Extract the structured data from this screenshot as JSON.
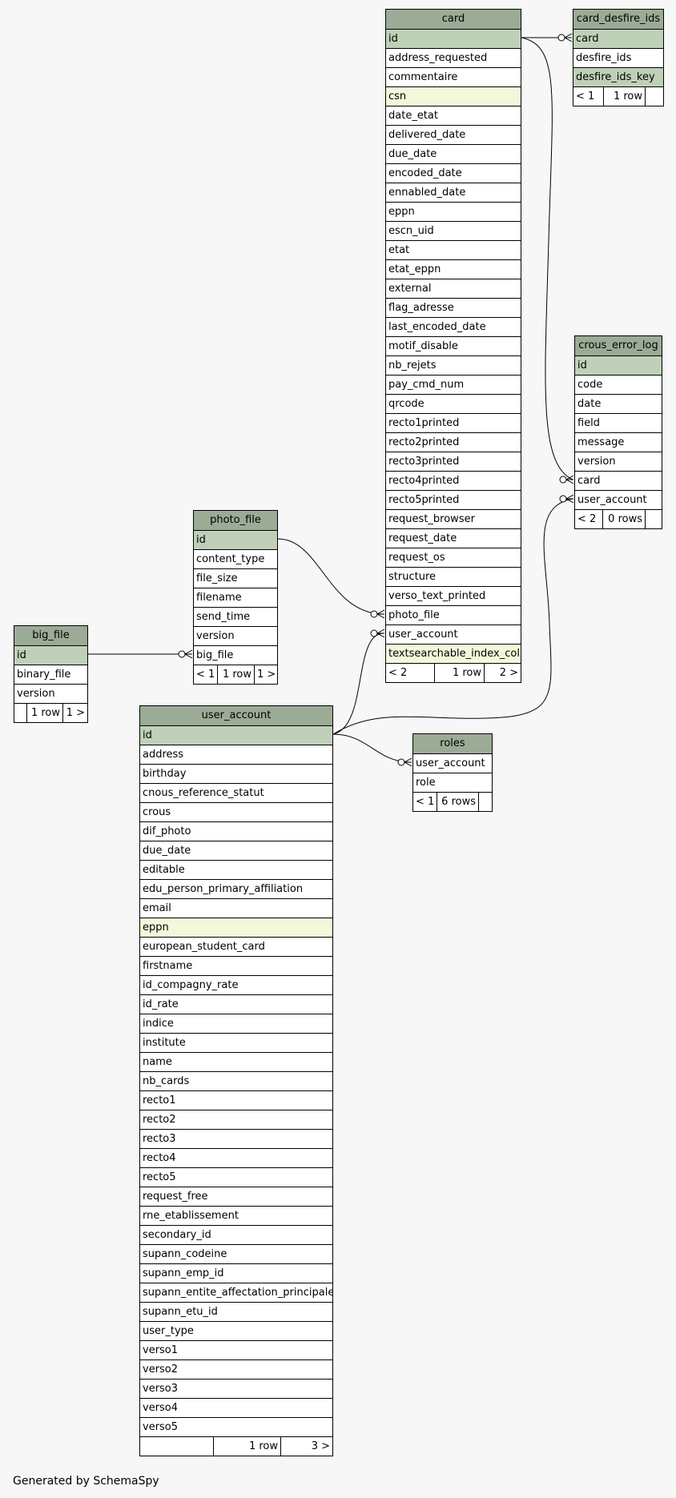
{
  "tables": {
    "card": {
      "name": "card",
      "columns": [
        {
          "name": "id",
          "kind": "pk"
        },
        {
          "name": "address_requested"
        },
        {
          "name": "commentaire"
        },
        {
          "name": "csn",
          "kind": "idx"
        },
        {
          "name": "date_etat"
        },
        {
          "name": "delivered_date"
        },
        {
          "name": "due_date"
        },
        {
          "name": "encoded_date"
        },
        {
          "name": "ennabled_date"
        },
        {
          "name": "eppn"
        },
        {
          "name": "escn_uid"
        },
        {
          "name": "etat"
        },
        {
          "name": "etat_eppn"
        },
        {
          "name": "external"
        },
        {
          "name": "flag_adresse"
        },
        {
          "name": "last_encoded_date"
        },
        {
          "name": "motif_disable"
        },
        {
          "name": "nb_rejets"
        },
        {
          "name": "pay_cmd_num"
        },
        {
          "name": "qrcode"
        },
        {
          "name": "recto1printed"
        },
        {
          "name": "recto2printed"
        },
        {
          "name": "recto3printed"
        },
        {
          "name": "recto4printed"
        },
        {
          "name": "recto5printed"
        },
        {
          "name": "request_browser"
        },
        {
          "name": "request_date"
        },
        {
          "name": "request_os"
        },
        {
          "name": "structure"
        },
        {
          "name": "verso_text_printed"
        },
        {
          "name": "photo_file"
        },
        {
          "name": "user_account"
        },
        {
          "name": "textsearchable_index_col",
          "kind": "idx"
        }
      ],
      "footer": [
        "< 2",
        "1 row",
        "2 >"
      ]
    },
    "card_desfire_ids": {
      "name": "card_desfire_ids",
      "columns": [
        {
          "name": "card",
          "kind": "pk"
        },
        {
          "name": "desfire_ids"
        },
        {
          "name": "desfire_ids_key",
          "kind": "pk"
        }
      ],
      "footer": [
        "< 1",
        "1 row",
        ""
      ]
    },
    "crous_error_log": {
      "name": "crous_error_log",
      "columns": [
        {
          "name": "id",
          "kind": "pk"
        },
        {
          "name": "code"
        },
        {
          "name": "date"
        },
        {
          "name": "field"
        },
        {
          "name": "message"
        },
        {
          "name": "version"
        },
        {
          "name": "card"
        },
        {
          "name": "user_account"
        }
      ],
      "footer": [
        "< 2",
        "0 rows",
        ""
      ]
    },
    "photo_file": {
      "name": "photo_file",
      "columns": [
        {
          "name": "id",
          "kind": "pk"
        },
        {
          "name": "content_type"
        },
        {
          "name": "file_size"
        },
        {
          "name": "filename"
        },
        {
          "name": "send_time"
        },
        {
          "name": "version"
        },
        {
          "name": "big_file"
        }
      ],
      "footer": [
        "< 1",
        "1 row",
        "1 >"
      ]
    },
    "big_file": {
      "name": "big_file",
      "columns": [
        {
          "name": "id",
          "kind": "pk"
        },
        {
          "name": "binary_file"
        },
        {
          "name": "version"
        }
      ],
      "footer": [
        "",
        "1 row",
        "1 >"
      ]
    },
    "user_account": {
      "name": "user_account",
      "columns": [
        {
          "name": "id",
          "kind": "pk"
        },
        {
          "name": "address"
        },
        {
          "name": "birthday"
        },
        {
          "name": "cnous_reference_statut"
        },
        {
          "name": "crous"
        },
        {
          "name": "dif_photo"
        },
        {
          "name": "due_date"
        },
        {
          "name": "editable"
        },
        {
          "name": "edu_person_primary_affiliation"
        },
        {
          "name": "email"
        },
        {
          "name": "eppn",
          "kind": "idx"
        },
        {
          "name": "european_student_card"
        },
        {
          "name": "firstname"
        },
        {
          "name": "id_compagny_rate"
        },
        {
          "name": "id_rate"
        },
        {
          "name": "indice"
        },
        {
          "name": "institute"
        },
        {
          "name": "name"
        },
        {
          "name": "nb_cards"
        },
        {
          "name": "recto1"
        },
        {
          "name": "recto2"
        },
        {
          "name": "recto3"
        },
        {
          "name": "recto4"
        },
        {
          "name": "recto5"
        },
        {
          "name": "request_free"
        },
        {
          "name": "rne_etablissement"
        },
        {
          "name": "secondary_id"
        },
        {
          "name": "supann_codeine"
        },
        {
          "name": "supann_emp_id"
        },
        {
          "name": "supann_entite_affectation_principale"
        },
        {
          "name": "supann_etu_id"
        },
        {
          "name": "user_type"
        },
        {
          "name": "verso1"
        },
        {
          "name": "verso2"
        },
        {
          "name": "verso3"
        },
        {
          "name": "verso4"
        },
        {
          "name": "verso5"
        }
      ],
      "footer": [
        "",
        "1 row",
        "3 >"
      ]
    },
    "roles": {
      "name": "roles",
      "columns": [
        {
          "name": "user_account"
        },
        {
          "name": "role"
        }
      ],
      "footer": [
        "< 1",
        "6 rows",
        ""
      ]
    }
  },
  "colors": {
    "header": "#9bab96",
    "primary_key": "#bed1b8",
    "indexed": "#f4f7da",
    "background": "#f7f7f7"
  },
  "footer_label": "Generated by SchemaSpy"
}
